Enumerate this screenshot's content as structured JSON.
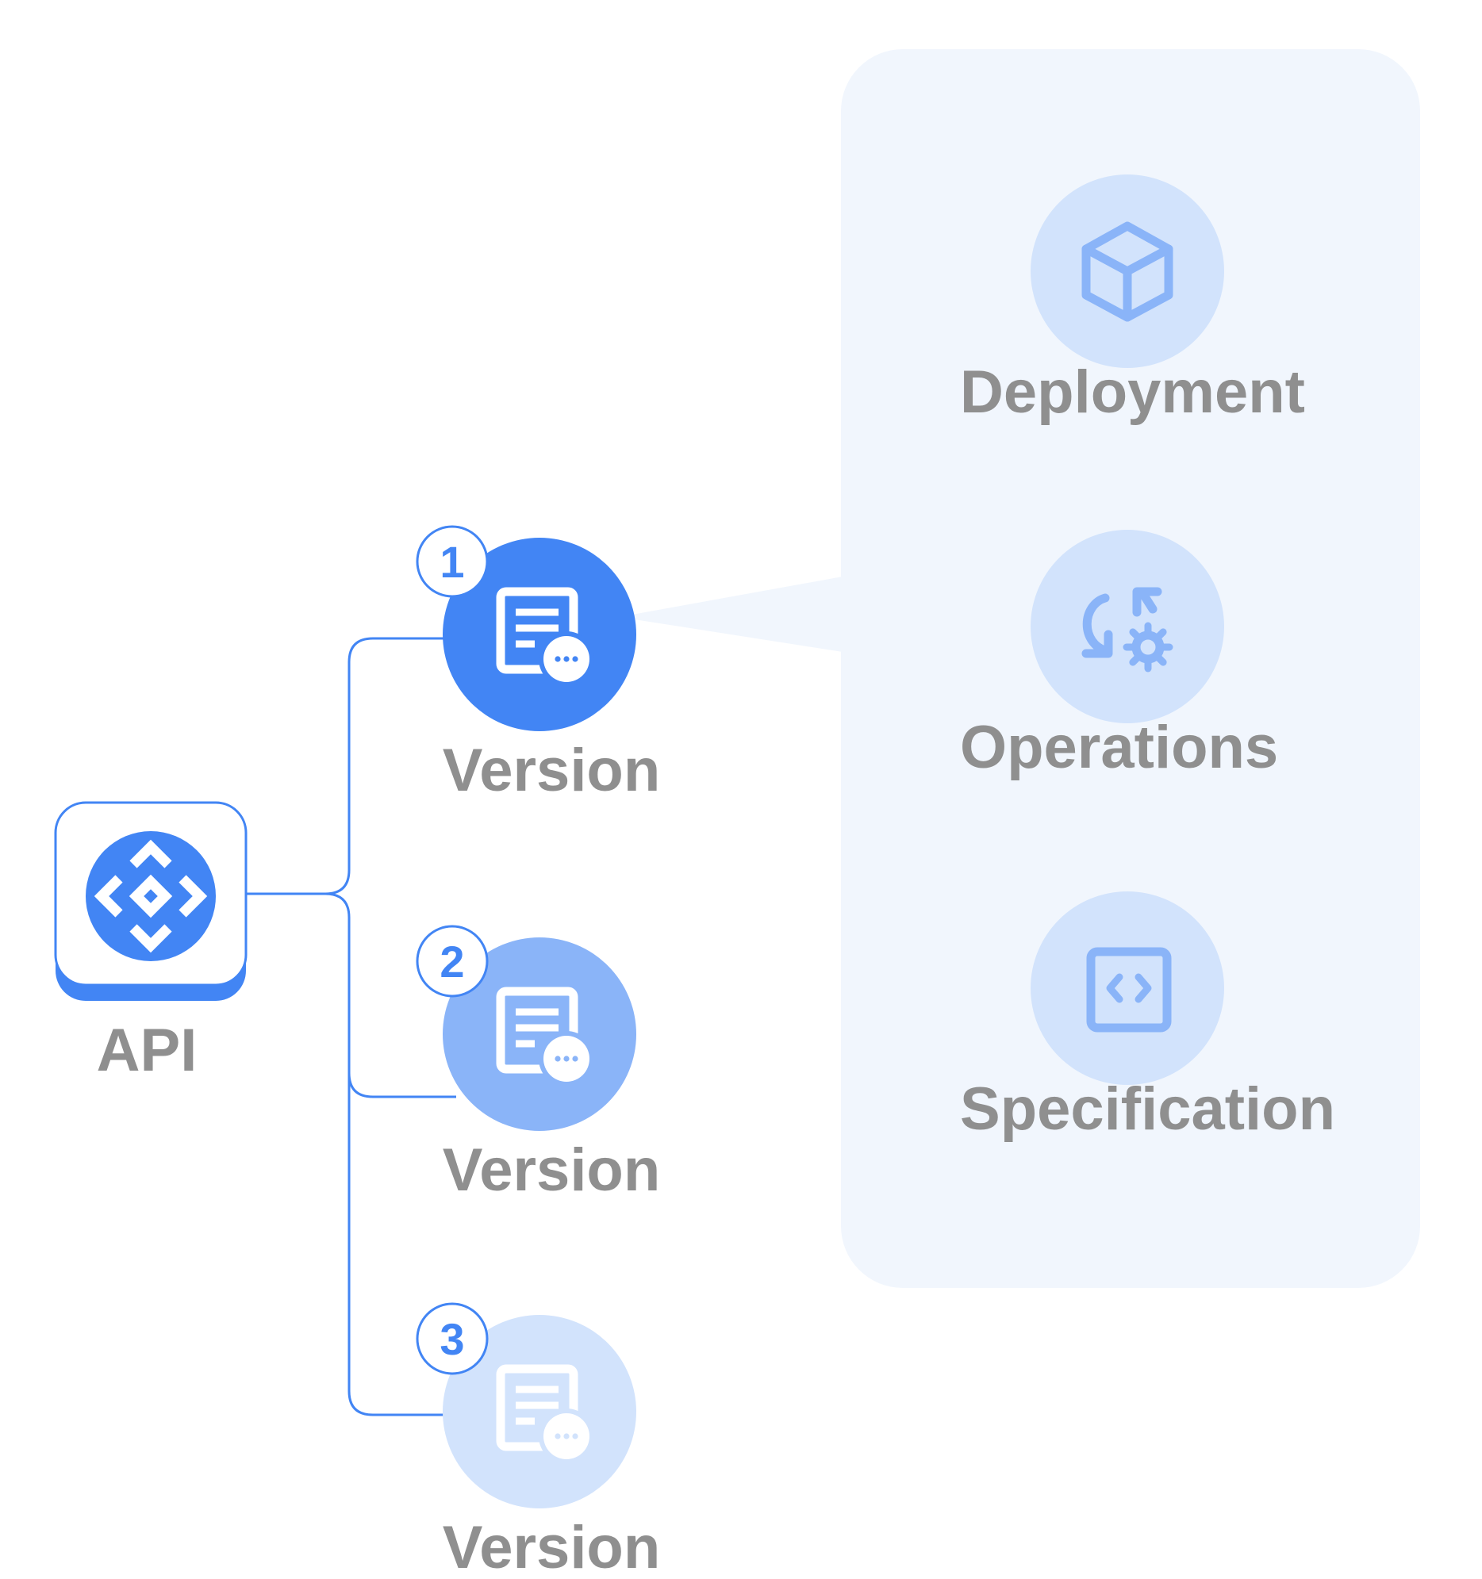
{
  "api": {
    "label": "API",
    "icon": "apigee-diamond-icon"
  },
  "versions": [
    {
      "number": "1",
      "label": "Version",
      "icon": "version-document-icon",
      "fill": "#4285f4",
      "state": "active"
    },
    {
      "number": "2",
      "label": "Version",
      "icon": "version-document-icon",
      "fill": "#8ab4f8",
      "state": "inactive"
    },
    {
      "number": "3",
      "label": "Version",
      "icon": "version-document-icon",
      "fill": "#d2e3fc",
      "state": "faded"
    }
  ],
  "panel": {
    "items": [
      {
        "label": "Deployment",
        "icon": "cube-icon"
      },
      {
        "label": "Operations",
        "icon": "operations-refresh-gear-icon"
      },
      {
        "label": "Specification",
        "icon": "code-brackets-icon"
      }
    ]
  },
  "colors": {
    "primary": "#4285f4",
    "panel_bg": "#f1f6fd",
    "item_circle": "#d2e3fc",
    "item_icon": "#8ab4f8",
    "label_gray": "#8f8f8f"
  }
}
